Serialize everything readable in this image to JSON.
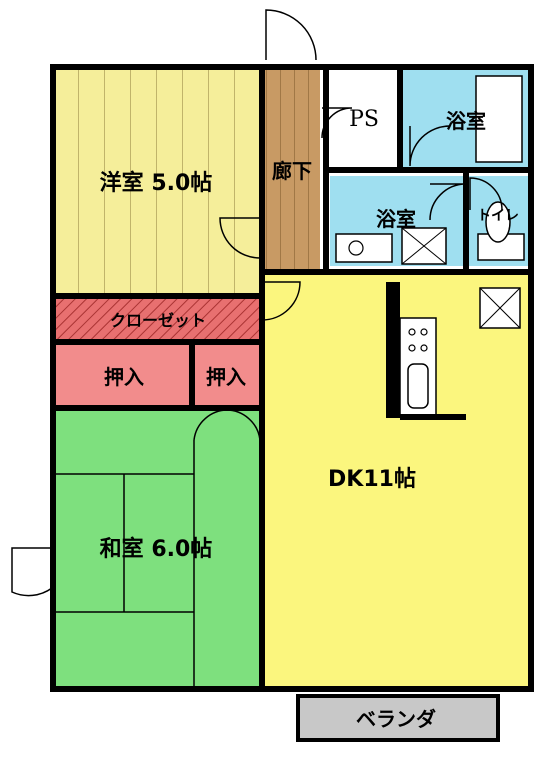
{
  "rooms": {
    "western_room": "洋室 5.0帖",
    "hallway": "廊下",
    "ps": "PS",
    "washroom_upper": "浴室",
    "washroom_lower": "浴室",
    "toilet": "トイレ",
    "closet_top": "クローゼット",
    "oshiire_left": "押入",
    "oshiire_right": "押入",
    "japanese_room": "和室 6.0帖",
    "dk": "DK11帖",
    "veranda": "ベランダ"
  },
  "colors": {
    "western_room": "#f5ee9a",
    "hallway": "#c89a64",
    "closet": "#e87070",
    "oshiire": "#f28c8c",
    "japanese_room": "#7ee07e",
    "dk": "#fbf67e",
    "bath": "#9fdff0",
    "veranda": "#c8c8c8",
    "wall": "#000000"
  }
}
